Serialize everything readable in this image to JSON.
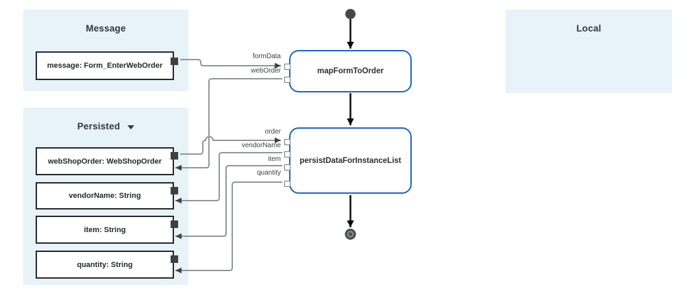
{
  "panels": {
    "message": {
      "title": "Message",
      "variables": [
        {
          "label": "message: Form_EnterWebOrder"
        }
      ]
    },
    "persisted": {
      "title": "Persisted",
      "variables": [
        {
          "label": "webShopOrder: WebShopOrder"
        },
        {
          "label": "vendorName: String"
        },
        {
          "label": "item: String"
        },
        {
          "label": "quantity: String"
        }
      ]
    },
    "local": {
      "title": "Local",
      "variables": []
    }
  },
  "flow": {
    "nodes": [
      {
        "label": "mapFormToOrder",
        "ports": [
          "formData",
          "webOrder"
        ]
      },
      {
        "label": "persistDataForInstanceList",
        "ports": [
          "order",
          "vendorName",
          "item",
          "quantity"
        ]
      }
    ]
  },
  "icons": {
    "persisted_caret": "chevron-down-icon",
    "start": "start-event-icon",
    "end": "end-event-icon"
  },
  "colors": {
    "panel_bg": "#e8f2f9",
    "node_border": "#1b65c9",
    "box_border": "#24282b",
    "wire": "#939698",
    "arrowhead": "#3f4346",
    "flow_arrow": "#0a0a0a",
    "heading_text": "#32363a"
  }
}
